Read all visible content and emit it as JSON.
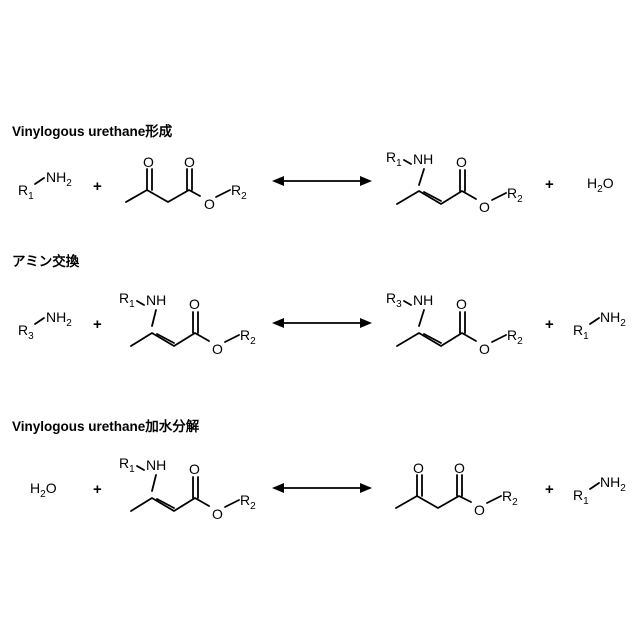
{
  "sections": [
    {
      "title": "Vinylogous urethane形成",
      "plus": "+",
      "reactant_amine": {
        "R": "R",
        "sub": "1",
        "group": "NH",
        "group_sub": "2"
      },
      "product_enamine": {
        "R": "R",
        "sub": "1",
        "group": "NH",
        "O": "O",
        "ester_O": "O",
        "ester_R": "R",
        "ester_sub": "2"
      },
      "reactant_ketoester": {
        "O": "O",
        "ester_O": "O",
        "ester_R": "R",
        "ester_sub": "2"
      },
      "product_water": {
        "H": "H",
        "sub": "2",
        "O": "O"
      }
    },
    {
      "title": "アミン交換",
      "plus": "+",
      "reactant_amine": {
        "R": "R",
        "sub": "3",
        "group": "NH",
        "group_sub": "2"
      },
      "reactant_enamine": {
        "R": "R",
        "sub": "1",
        "group": "NH",
        "O": "O",
        "ester_O": "O",
        "ester_R": "R",
        "ester_sub": "2"
      },
      "product_enamine": {
        "R": "R",
        "sub": "3",
        "group": "NH",
        "O": "O",
        "ester_O": "O",
        "ester_R": "R",
        "ester_sub": "2"
      },
      "product_amine": {
        "R": "R",
        "sub": "1",
        "group": "NH",
        "group_sub": "2"
      }
    },
    {
      "title": "Vinylogous urethane加水分解",
      "plus": "+",
      "reactant_water": {
        "H": "H",
        "sub": "2",
        "O": "O"
      },
      "reactant_enamine": {
        "R": "R",
        "sub": "1",
        "group": "NH",
        "O": "O",
        "ester_O": "O",
        "ester_R": "R",
        "ester_sub": "2"
      },
      "product_ketoester": {
        "O": "O",
        "ester_O": "O",
        "ester_R": "R",
        "ester_sub": "2"
      },
      "product_amine": {
        "R": "R",
        "sub": "1",
        "group": "NH",
        "group_sub": "2"
      }
    }
  ]
}
